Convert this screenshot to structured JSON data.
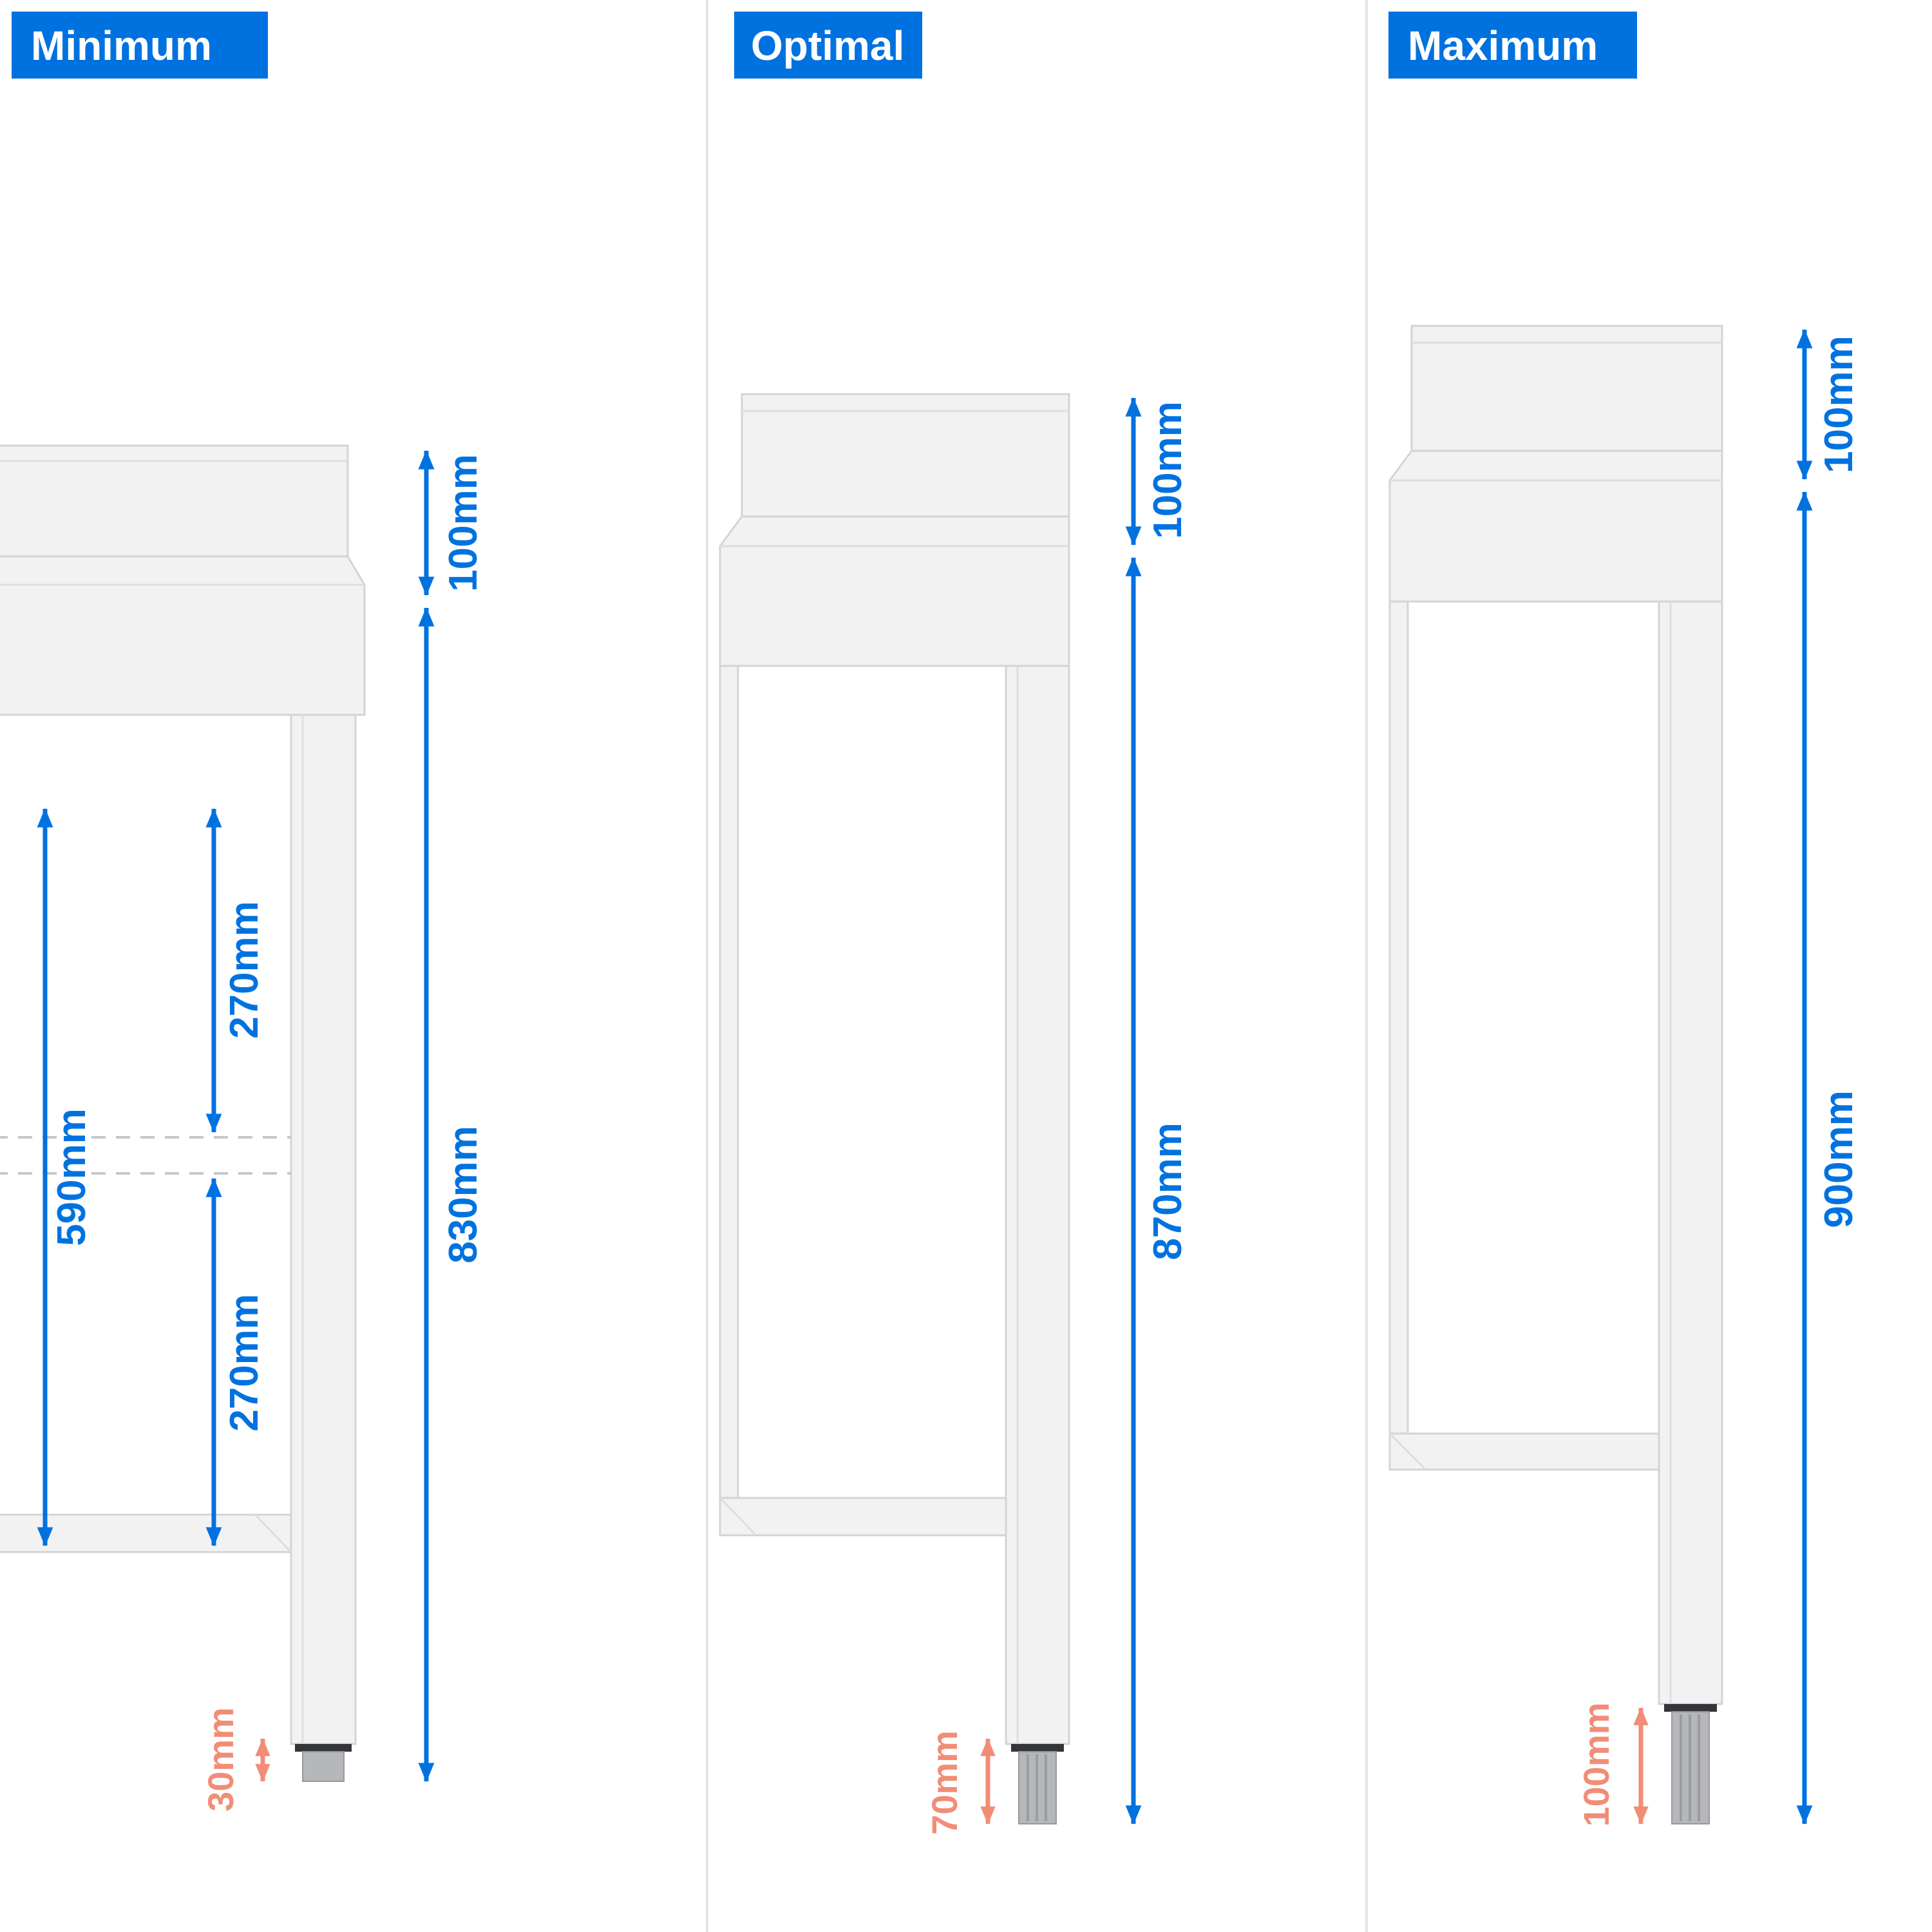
{
  "panels": [
    {
      "title": "Minimum",
      "dims": {
        "backsplash": "100mm",
        "total_height": "830mm",
        "inner_clearance": "590mm",
        "shelf_upper": "270mm",
        "shelf_lower": "270mm",
        "foot": "30mm"
      }
    },
    {
      "title": "Optimal",
      "dims": {
        "backsplash": "100mm",
        "total_height": "870mm",
        "foot": "70mm"
      }
    },
    {
      "title": "Maximum",
      "dims": {
        "backsplash": "100mm",
        "total_height": "900mm",
        "foot": "100mm"
      }
    }
  ],
  "colors": {
    "accent": "#0072e0",
    "foot_dim": "#f18d77"
  }
}
